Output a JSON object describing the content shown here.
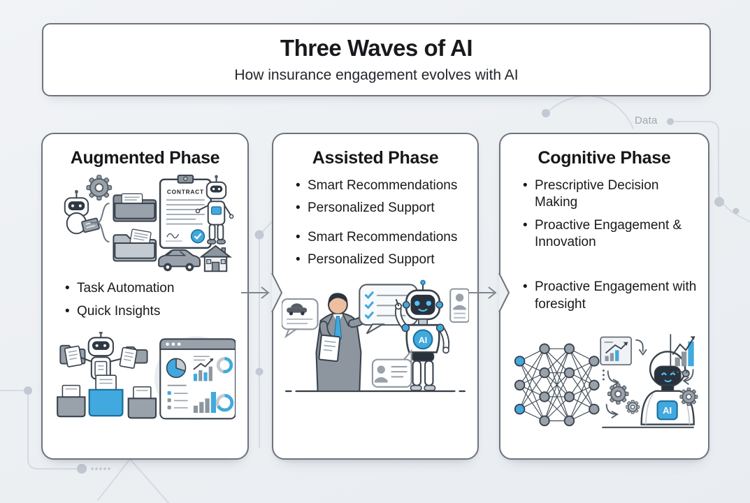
{
  "header": {
    "title": "Three Waves of AI",
    "subtitle": "How insurance engagement evolves with AI"
  },
  "decor": {
    "data_label": "Data"
  },
  "colors": {
    "accent_blue": "#41a9de",
    "outline_dark": "#39424c",
    "gray_fill": "#99a1ab",
    "card_border": "#6d747e",
    "page_background": "#edf0f3",
    "decor_line": "#d6dbe2",
    "decor_dot": "#c2c9d3"
  },
  "cards": [
    {
      "title": "Augmented Phase",
      "bullets": [
        "Task Automation",
        "Quick Insights"
      ],
      "contract_label": "CONTRACT"
    },
    {
      "title": "Assisted Phase",
      "bullets": [
        "Smart Recommendations",
        "Personalized Support",
        "Smart Recommendations",
        "Personalized Support"
      ],
      "ai_badge": "AI"
    },
    {
      "title": "Cognitive Phase",
      "bullets": [
        "Prescriptive Decision Making",
        "Proactive Engagement & Innovation",
        "Proactive Engagement with foresight"
      ],
      "ai_badge": "AI"
    }
  ]
}
